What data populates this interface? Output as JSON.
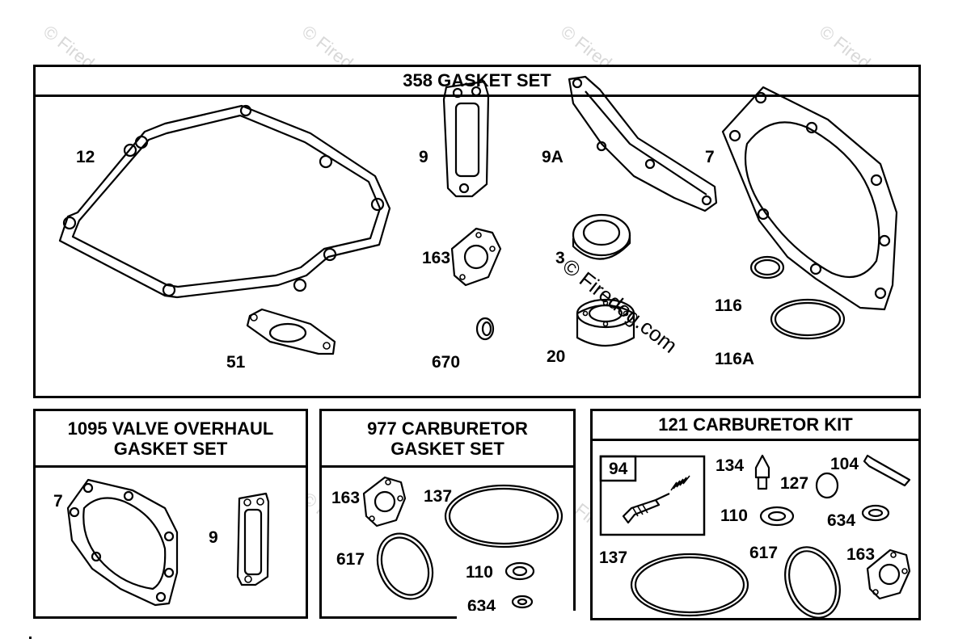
{
  "panels": {
    "gasket_set": {
      "title": "358 GASKET SET"
    },
    "valve_overhaul": {
      "title_line1": "1095 VALVE OVERHAUL",
      "title_line2": "GASKET SET"
    },
    "carb_gasket": {
      "title_line1": "977 CARBURETOR",
      "title_line2": "GASKET SET"
    },
    "carb_kit": {
      "title": "121 CARBURETOR KIT",
      "sub_box_label": "94"
    }
  },
  "part_labels": {
    "gasket_set": [
      "12",
      "9",
      "9A",
      "7",
      "163",
      "3",
      "116",
      "51",
      "670",
      "20",
      "116A"
    ],
    "valve_overhaul": [
      "7",
      "9"
    ],
    "carb_gasket": [
      "163",
      "137",
      "617",
      "110",
      "634"
    ],
    "carb_kit": [
      "134",
      "104",
      "127",
      "110",
      "634",
      "137",
      "617",
      "163"
    ]
  },
  "watermark": {
    "text": "© Firedog.com"
  }
}
